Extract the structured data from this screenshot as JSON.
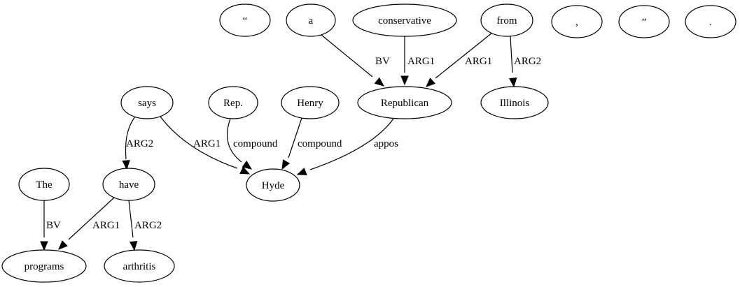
{
  "graph": {
    "nodes": [
      {
        "id": "q_open",
        "label": "“"
      },
      {
        "id": "a",
        "label": "a"
      },
      {
        "id": "conservative",
        "label": "conservative"
      },
      {
        "id": "from",
        "label": "from"
      },
      {
        "id": "comma",
        "label": ","
      },
      {
        "id": "q_close",
        "label": "”"
      },
      {
        "id": "period",
        "label": "."
      },
      {
        "id": "says",
        "label": "says"
      },
      {
        "id": "rep",
        "label": "Rep."
      },
      {
        "id": "henry",
        "label": "Henry"
      },
      {
        "id": "republican",
        "label": "Republican"
      },
      {
        "id": "illinois",
        "label": "Illinois"
      },
      {
        "id": "the",
        "label": "The"
      },
      {
        "id": "have",
        "label": "have"
      },
      {
        "id": "hyde",
        "label": "Hyde"
      },
      {
        "id": "programs",
        "label": "programs"
      },
      {
        "id": "arthritis",
        "label": "arthritis"
      }
    ],
    "edges": [
      {
        "from": "a",
        "to": "republican",
        "label": "BV"
      },
      {
        "from": "conservative",
        "to": "republican",
        "label": "ARG1"
      },
      {
        "from": "from",
        "to": "republican",
        "label": "ARG1"
      },
      {
        "from": "from",
        "to": "illinois",
        "label": "ARG2"
      },
      {
        "from": "says",
        "to": "have",
        "label": "ARG2"
      },
      {
        "from": "says",
        "to": "hyde",
        "label": "ARG1"
      },
      {
        "from": "rep",
        "to": "hyde",
        "label": "compound"
      },
      {
        "from": "henry",
        "to": "hyde",
        "label": "compound"
      },
      {
        "from": "republican",
        "to": "hyde",
        "label": "appos"
      },
      {
        "from": "the",
        "to": "programs",
        "label": "BV"
      },
      {
        "from": "have",
        "to": "programs",
        "label": "ARG1"
      },
      {
        "from": "have",
        "to": "arthritis",
        "label": "ARG2"
      }
    ]
  }
}
